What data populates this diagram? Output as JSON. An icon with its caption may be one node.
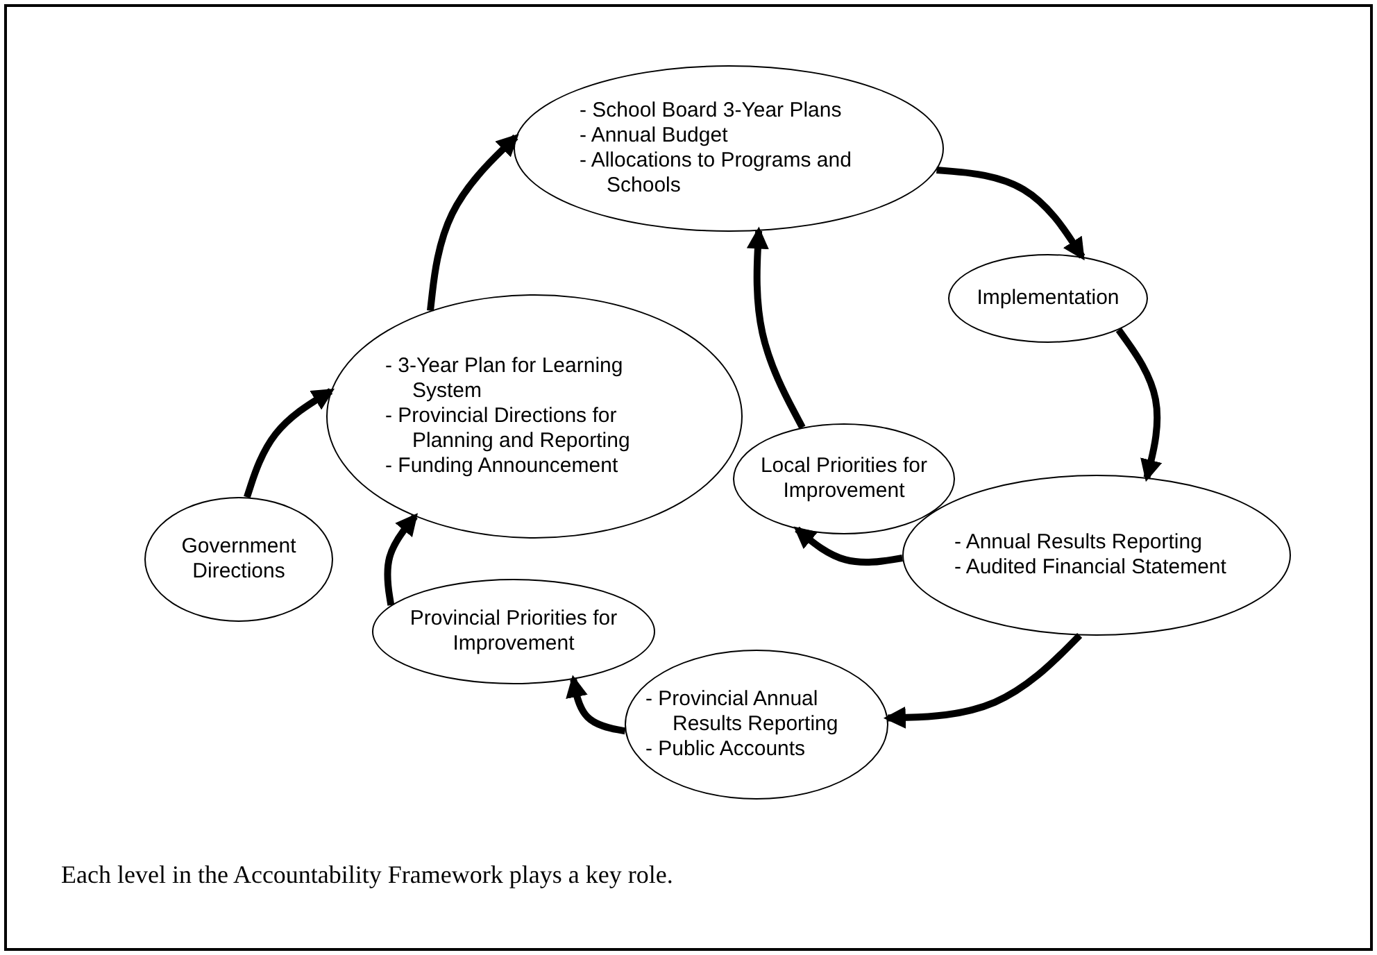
{
  "diagram": {
    "caption": "Each level in the Accountability Framework plays a key role.",
    "nodes": [
      {
        "text": [
          "- School Board 3-Year Plans",
          "- Annual Budget",
          "- Allocations to Programs and Schools"
        ]
      },
      {
        "text": [
          "Implementation"
        ]
      },
      {
        "text": [
          "Local Priorities for Improvement"
        ]
      },
      {
        "text": [
          "- Annual Results Reporting",
          "- Audited Financial Statement"
        ]
      },
      {
        "text": [
          "- Provincial Annual Results Reporting",
          "- Public Accounts"
        ]
      },
      {
        "text": [
          "Provincial Priorities for Improvement"
        ]
      },
      {
        "text": [
          "Government Directions"
        ]
      },
      {
        "text": [
          "- 3-Year Plan for Learning System",
          "- Provincial Directions for Planning and Reporting",
          "- Funding Announcement"
        ]
      }
    ],
    "edges": [
      {
        "from": 0,
        "to": 1,
        "arrow": "to"
      },
      {
        "from": 1,
        "to": 3,
        "arrow": "to"
      },
      {
        "from": 3,
        "to": 4,
        "arrow": "to"
      },
      {
        "from": 4,
        "to": 5,
        "arrow": "to"
      },
      {
        "from": 5,
        "to": 7,
        "arrow": "to"
      },
      {
        "from": 3,
        "to": 2,
        "arrow": "to"
      },
      {
        "from": 2,
        "to": 0,
        "arrow": "to"
      },
      {
        "from": 6,
        "to": 7,
        "arrow": "to"
      },
      {
        "from": 7,
        "to": 0,
        "arrow": "to"
      }
    ]
  }
}
